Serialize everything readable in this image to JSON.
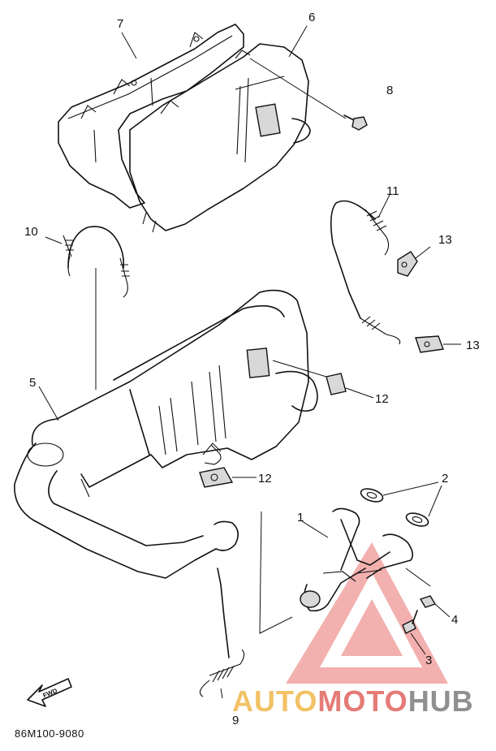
{
  "diagram": {
    "callouts": {
      "c1": "1",
      "c2": "2",
      "c3": "3",
      "c4": "4",
      "c5": "5",
      "c6": "6",
      "c7": "7",
      "c8": "8",
      "c9": "9",
      "c10": "10",
      "c11": "11",
      "c12a": "12",
      "c12b": "12",
      "c13a": "13",
      "c13b": "13"
    },
    "part_code": "86M100-9080",
    "fwd_label": "FWD"
  },
  "watermark": {
    "part1": "AUTO",
    "part2": "MOTO",
    "part3": "HUB",
    "colors": {
      "auto": "#f0b84c",
      "moto": "#e06560",
      "hub": "#7d7d7d",
      "logo": "#e8716c"
    }
  }
}
